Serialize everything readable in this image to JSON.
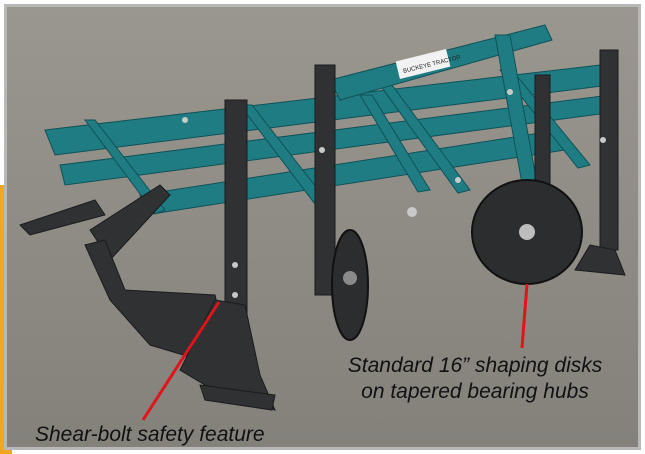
{
  "image": {
    "decal_text": "BUCKEYE TRACTOR",
    "captions": {
      "disks_line1": "Standard 16” shaping disks",
      "disks_line2": "on tapered bearing hubs",
      "shear": "Shear-bolt safety feature"
    },
    "colors": {
      "frame_teal": "#1f7c83",
      "steel_dark": "#2f3133",
      "gravel": "#8f8c86",
      "pointer_red": "#e0141b",
      "accent_orange": "#f4a623"
    }
  }
}
